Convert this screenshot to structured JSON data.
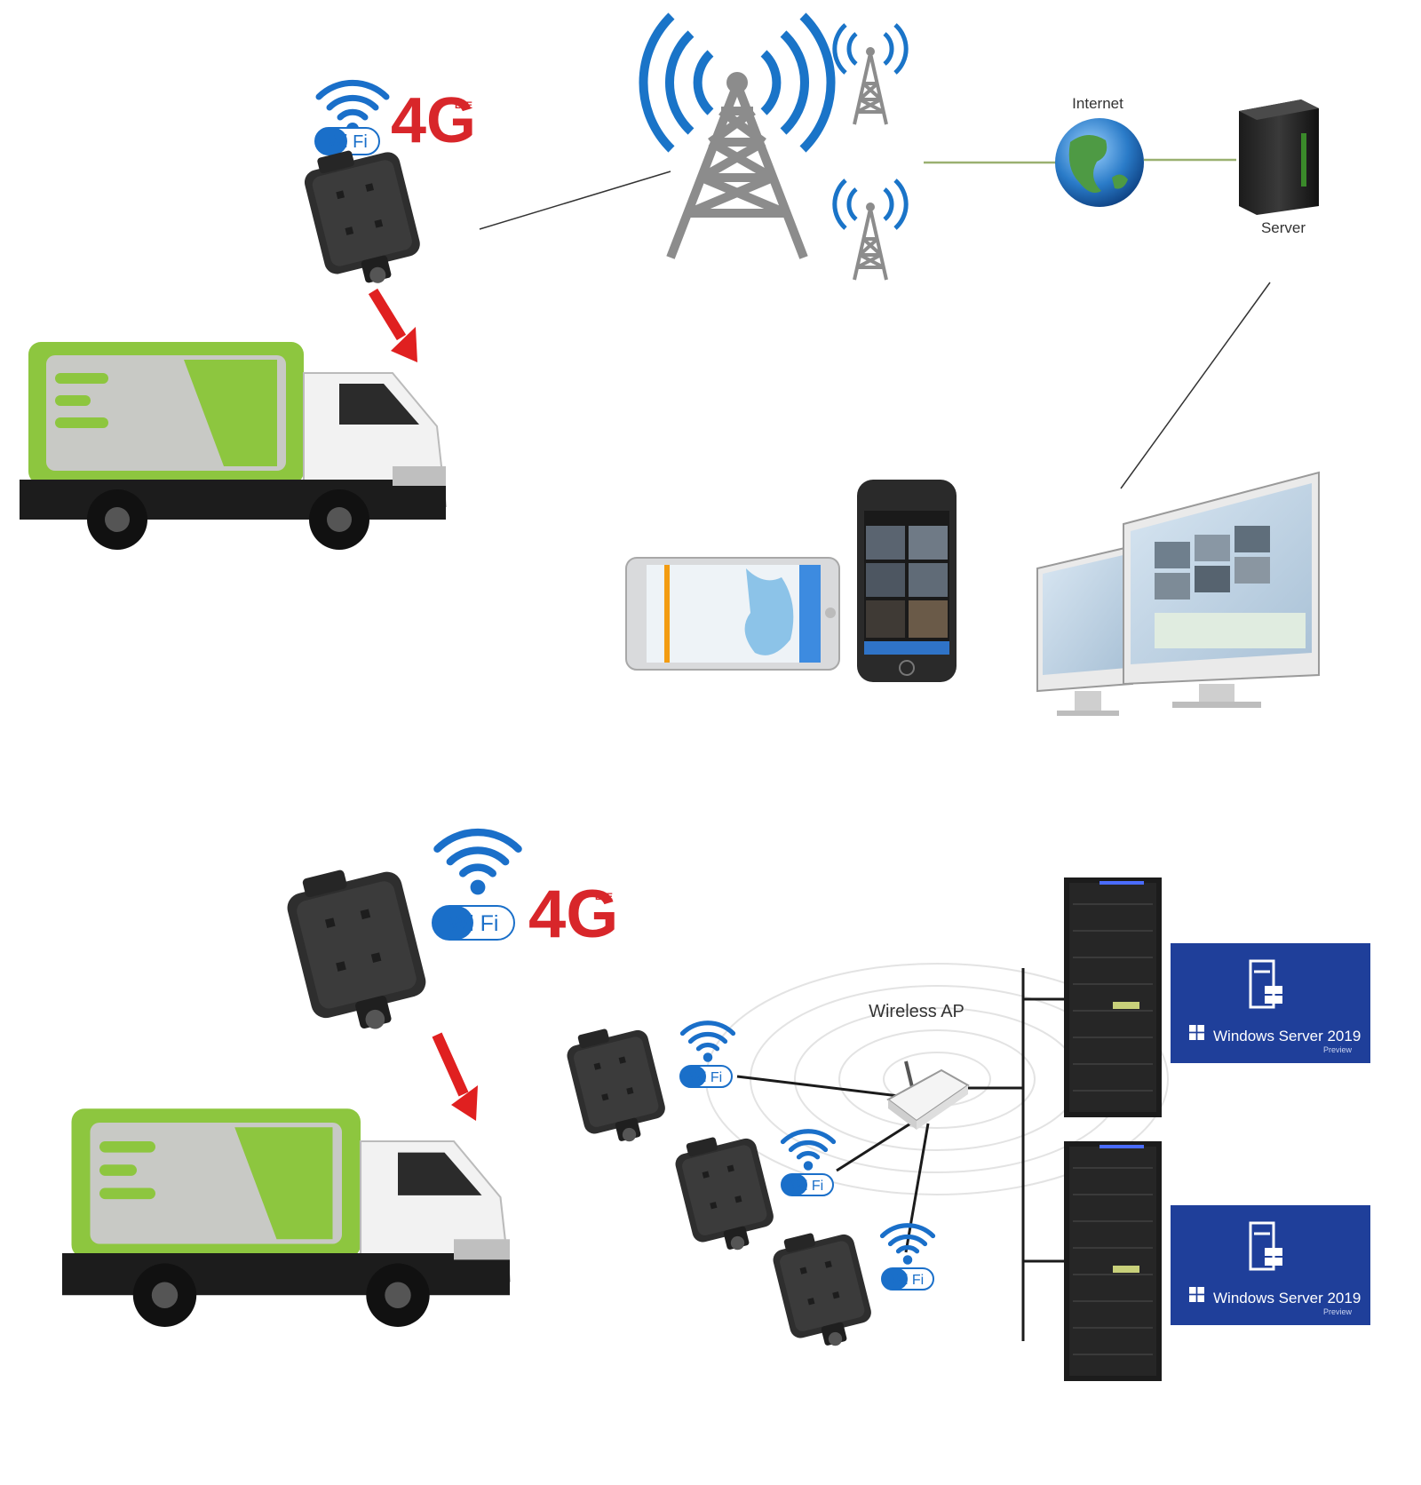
{
  "top_section": {
    "wifi_label": "Wi Fi",
    "four_g": "4G",
    "lte": "LTE",
    "internet_label": "Internet",
    "server_label": "Server"
  },
  "bottom_section": {
    "wifi_label": "Wi Fi",
    "four_g": "4G",
    "lte": "LTE",
    "wireless_ap_label": "Wireless AP",
    "windows_server_1": "Windows Server 2019",
    "windows_server_1_sub": "Preview",
    "windows_server_2": "Windows Server 2019",
    "windows_server_2_sub": "Preview",
    "camera_wifi_labels": [
      "Wi Fi",
      "Wi Fi",
      "Wi Fi"
    ]
  },
  "colors": {
    "wifi_blue": "#1a6fc9",
    "four_g_red": "#d8262a",
    "arrow_red": "#e02020",
    "truck_green": "#8dc63f",
    "tower_gray": "#8c8c8c",
    "tower_wave_blue": "#1a74c8",
    "win_panel_blue": "#1f3f9a"
  },
  "icons": [
    "wifi-icon",
    "camera-device-icon",
    "red-arrow-icon",
    "truck-icon",
    "cell-tower-icon",
    "globe-icon",
    "server-icon",
    "phone-icon",
    "monitor-icon",
    "router-icon",
    "windows-logo-icon"
  ]
}
